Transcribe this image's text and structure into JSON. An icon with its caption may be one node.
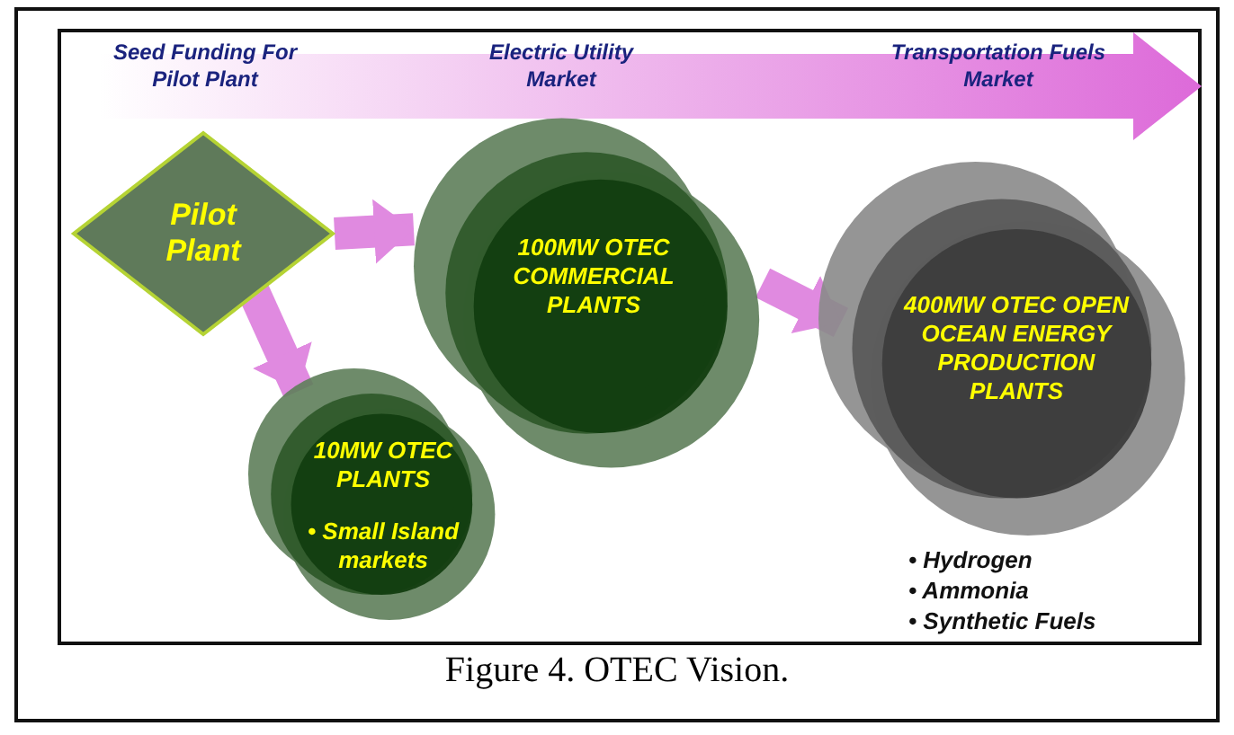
{
  "diagram": {
    "caption": "Figure 4. OTEC Vision.",
    "nodes": [
      {
        "text": [
          "Pilot Plant"
        ]
      },
      {
        "text": [
          "10MW OTEC PLANTS",
          "• Small Island markets"
        ]
      },
      {
        "text": [
          "100MW OTEC COMMERCIAL PLANTS"
        ]
      },
      {
        "text": [
          "400MW OTEC OPEN OCEAN ENERGY PRODUCTION PLANTS"
        ],
        "beside": [
          "• Hydrogen",
          "• Ammonia",
          "• Synthetic Fuels"
        ]
      }
    ],
    "edges": [
      {
        "from": 0,
        "to": 2,
        "arrow": "to"
      },
      {
        "from": 0,
        "to": 1,
        "arrow": "to"
      },
      {
        "from": 2,
        "to": 3,
        "arrow": "to"
      }
    ],
    "labels": [
      "Seed Funding For Pilot Plant",
      "Electric Utility Market",
      "Transportation Fuels Market"
    ]
  }
}
